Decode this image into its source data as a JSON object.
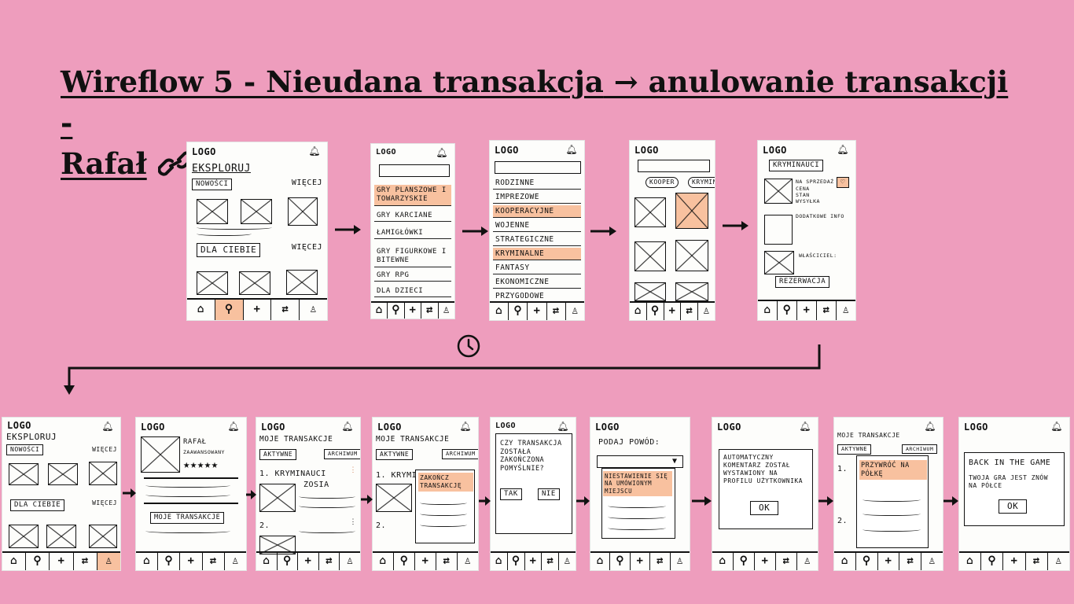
{
  "title": {
    "part1": "Wireflow 5 - Nieudana transakcja",
    "part2": " → anulowanie transakcji -",
    "part3": "Rafał",
    "link_icon": "link-icon"
  },
  "sketch": {
    "logo": "LOGO",
    "eksploruj": "EKSPLORUJ",
    "nowosci": "NOWOŚCI",
    "wiecej": "WIĘCEJ",
    "dla_ciebie": "DLA CIEBIE",
    "categories": [
      "GRY PLANSZOWE I TOWARZYSKIE",
      "GRY KARCIANE",
      "ŁAMIGŁÓWKI",
      "GRY FIGURKOWE I BITEWNE",
      "GRY RPG",
      "DLA DZIECI"
    ],
    "genres": [
      "RODZINNE",
      "IMPREZOWE",
      "KOOPERACYJNE",
      "WOJENNE",
      "STRATEGICZNE",
      "KRYMINALNE",
      "FANTASY",
      "EKONOMICZNE",
      "PRZYGODOWE"
    ],
    "filter_kooper": "KOOPER",
    "filter_krymin": "KRYMIN",
    "kryminauci": "KRYMINAUCI",
    "na_sprzedaz": "NA SPRZEDAŻ",
    "cena": "CENA",
    "stan": "STAN",
    "wysylka": "WYSYŁKA",
    "dodatkowe_info": "DODATKOWE INFO",
    "wlasciciel": "WŁAŚCICIEL:",
    "rezerwacja": "REZERWACJA",
    "rafal": "RAFAŁ",
    "zaawansowany": "ZAAWANSOWANY",
    "moje_transakcje": "MOJE TRANSAKCJE",
    "aktywne": "AKTYWNE",
    "archiwum": "ARCHIWUM",
    "tx1": "1. KRYMINAUCI",
    "zosia": "ZOSIA",
    "tx2": "2.",
    "zakoncz": "ZAKOŃCZ TRANSAKCJĘ",
    "pytanie": "CZY TRANSAKCJA ZOSTAŁA ZAKOŃCZONA POMYŚLNIE?",
    "tak": "TAK",
    "nie": "NIE",
    "podaj_powod": "PODAJ POWÓD:",
    "powod": "NIESTAWIENIE SIĘ NA UMÓWIONYM MIEJSCU",
    "auto_komentarz": "AUTOMATYCZNY KOMENTARZ ZOSTAŁ WYSTAWIONY NA PROFILU UŻYTKOWNIKA",
    "ok": "OK",
    "przywroc": "PRZYWRÓĆ NA PÓŁKĘ",
    "back_title": "BACK IN THE GAME",
    "back_text": "TWOJA GRA JEST ZNÓW NA PÓŁCE"
  },
  "icons": {
    "clock": "clock-icon",
    "bell": "bell-icon",
    "home": "home-icon",
    "search": "search-icon",
    "plus": "plus-icon",
    "swap": "swap-arrows-icon",
    "profile": "profile-icon",
    "arrow": "arrow-right-icon"
  },
  "colors": {
    "background": "#ee9dbd",
    "highlight": "#f8c19f",
    "ink": "#111111"
  }
}
